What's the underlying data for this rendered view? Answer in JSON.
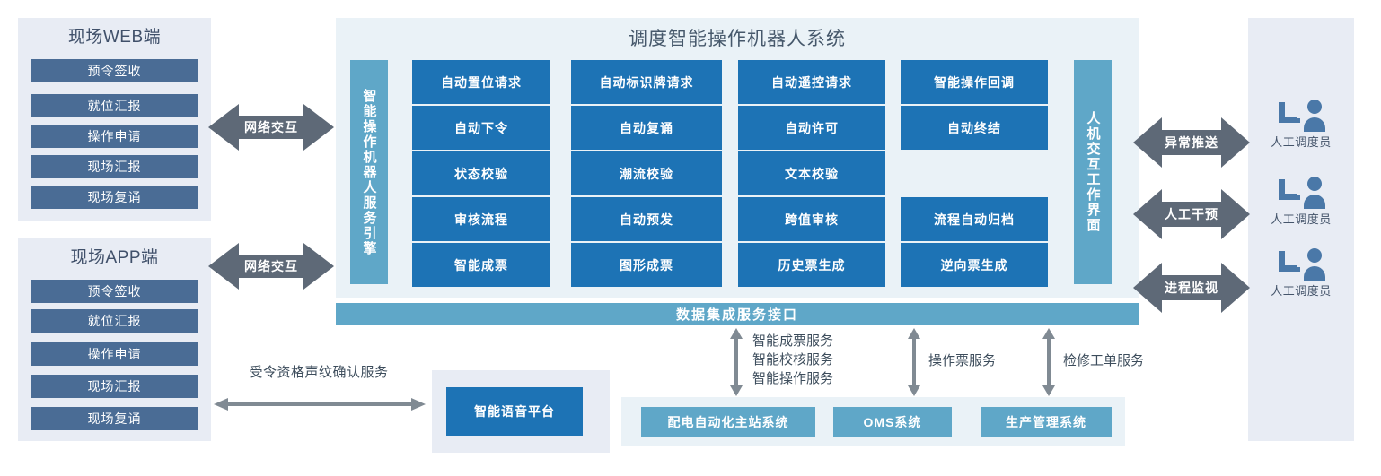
{
  "diagram": {
    "title": "调度智能操作机器人系统"
  },
  "clients": [
    {
      "name": "web",
      "title": "现场WEB端",
      "items": [
        "预令签收",
        "就位汇报",
        "操作申请",
        "现场汇报",
        "现场复诵"
      ],
      "link_label": "网络交互"
    },
    {
      "name": "app",
      "title": "现场APP端",
      "items": [
        "预令签收",
        "就位汇报",
        "操作申请",
        "现场汇报",
        "现场复诵"
      ],
      "link_label": "网络交互"
    }
  ],
  "engine_bar": {
    "label": "智能操作机器人服务引擎"
  },
  "hmi_bar": {
    "label": "人机交互工作界面"
  },
  "grid": {
    "columns": [
      {
        "cells": [
          "自动置位请求",
          "自动下令",
          "状态校验",
          "审核流程",
          "智能成票"
        ]
      },
      {
        "cells": [
          "自动标识牌请求",
          "自动复诵",
          "潮流校验",
          "自动预发",
          "图形成票"
        ]
      },
      {
        "cells": [
          "自动遥控请求",
          "自动许可",
          "文本校验",
          "跨值审核",
          "历史票生成"
        ]
      },
      {
        "cells": [
          "智能操作回调",
          "自动终结",
          "",
          "流程自动归档",
          "逆向票生成"
        ]
      }
    ]
  },
  "data_bar": {
    "label": "数据集成服务接口"
  },
  "operators": {
    "arrows": [
      "异常推送",
      "人工干预",
      "进程监视"
    ],
    "roles": [
      "人工调度员",
      "人工调度员",
      "人工调度员"
    ],
    "icon": "operator-at-desk-icon"
  },
  "voice": {
    "service_label": "受令资格声纹确认服务",
    "platform_label": "智能语音平台"
  },
  "service_links": [
    {
      "label": "智能成票服务\n智能校核服务\n智能操作服务"
    },
    {
      "label": "操作票服务"
    },
    {
      "label": "检修工单服务"
    }
  ],
  "external_systems": [
    "配电自动化主站系统",
    "OMS系统",
    "生产管理系统"
  ],
  "colors": {
    "client_chip": "#4a6c95",
    "client_panel": "#e8ecf4",
    "main_panel": "#eaf2f7",
    "grid_box": "#1d73b5",
    "bar_teal": "#5fa7c8",
    "arrow_gray": "#5e6977",
    "thin_arrow": "#808a93",
    "text_dark": "#3d4d5c"
  }
}
